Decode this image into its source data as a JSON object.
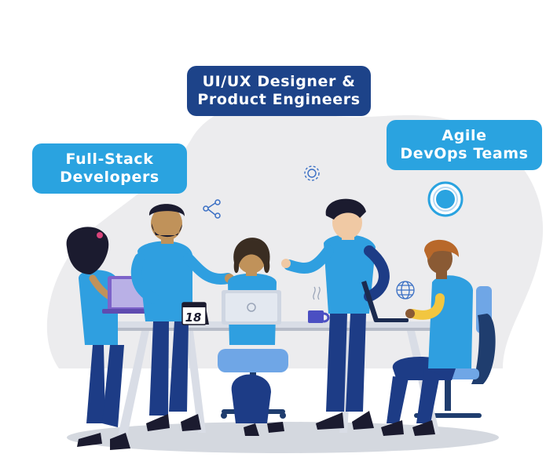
{
  "labels": {
    "fullstack": {
      "line1": "Full-Stack",
      "line2": "Developers"
    },
    "uiux": {
      "line1": "UI/UX Designer &",
      "line2": "Product Engineers"
    },
    "agile": {
      "line1": "Agile",
      "line2": "DevOps Teams"
    }
  },
  "calendar": {
    "day": "18"
  },
  "colors": {
    "dark_blue": "#1d4389",
    "light_blue": "#2aa3e0",
    "background_blob": "#ececee",
    "shirt_blue": "#2f9fe0"
  },
  "icons": [
    "share-icon",
    "gear-icon",
    "globe-icon",
    "target-icon",
    "coffee-mug-icon"
  ]
}
